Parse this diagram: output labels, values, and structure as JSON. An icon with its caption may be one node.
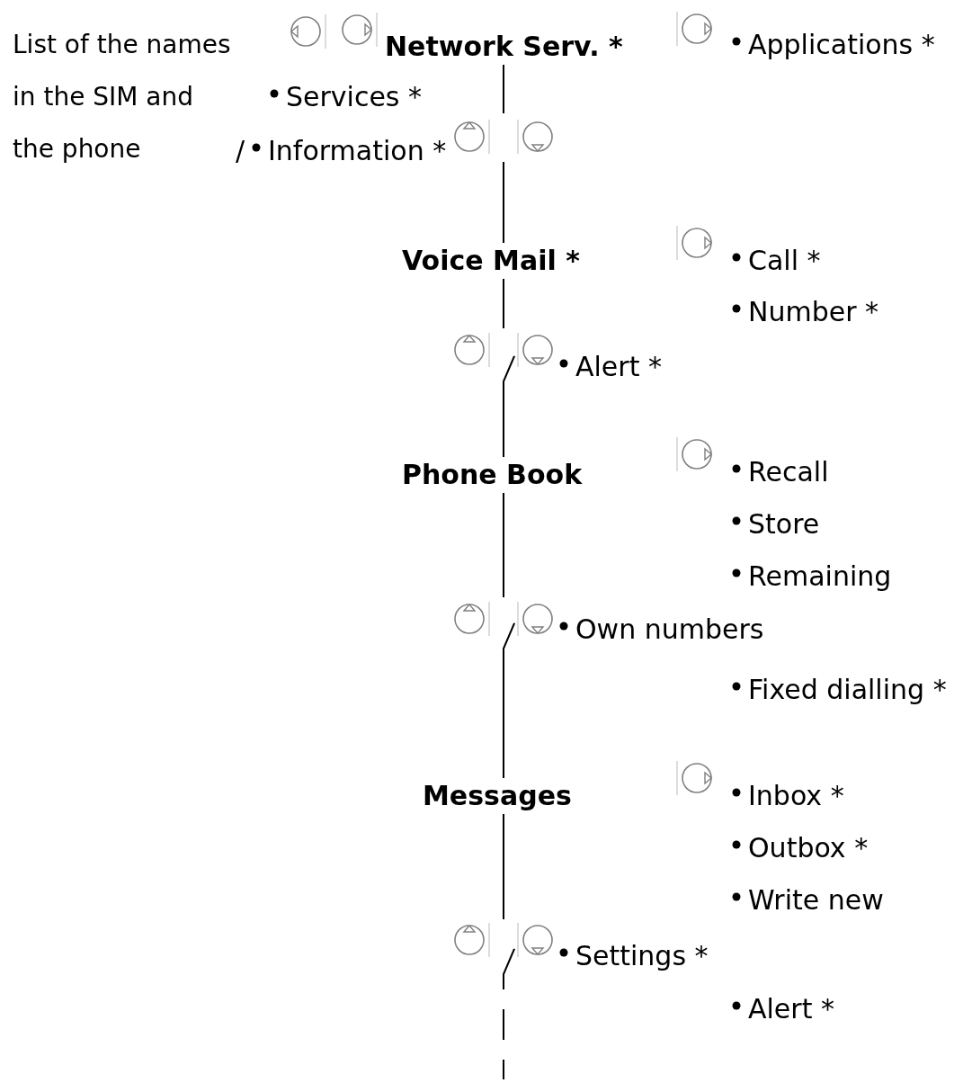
{
  "diagram": {
    "nodes": [
      {
        "text": [
          "Network Serv. *"
        ]
      },
      {
        "text": [
          "Voice Mail *"
        ]
      },
      {
        "text": [
          "Phone Book"
        ]
      },
      {
        "text": [
          "Messages"
        ]
      }
    ],
    "edges": [
      {
        "from": 0,
        "to": 1,
        "arrow": "none"
      },
      {
        "from": 1,
        "to": 2,
        "arrow": "none"
      },
      {
        "from": 2,
        "to": 3,
        "arrow": "none"
      },
      {
        "from": 3,
        "to": null,
        "arrow": "none",
        "style": "dashed"
      }
    ],
    "labels": [
      "List of the names in the SIM and the phone",
      "Applications *",
      "Services *",
      "/",
      "Information *",
      "Call *",
      "Number *",
      "Alert *",
      "Recall",
      "Store",
      "Remaining",
      "Own numbers",
      "Fixed dialling *",
      "Inbox *",
      "Outbox *",
      "Write new",
      "Settings *",
      "Alert *"
    ]
  }
}
